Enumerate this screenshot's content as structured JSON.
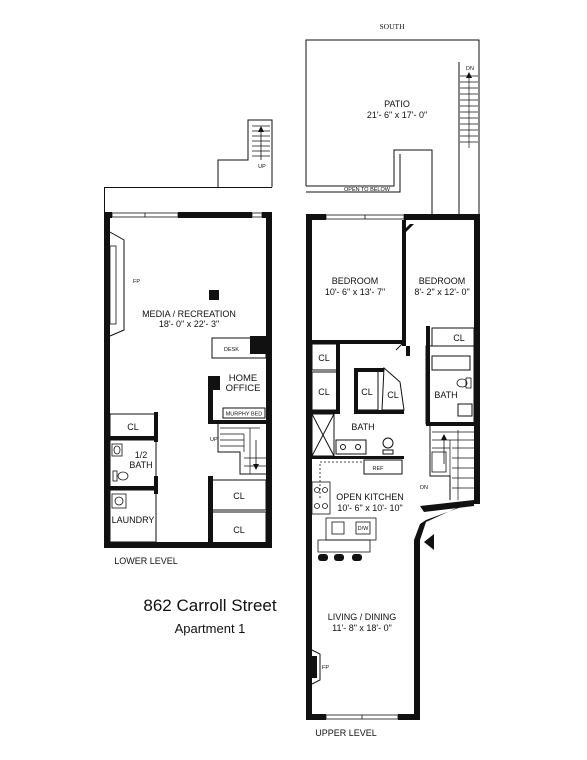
{
  "compass": "SOUTH",
  "title": {
    "address": "862 Carroll Street",
    "unit": "Apartment 1"
  },
  "levels": {
    "lower": "LOWER LEVEL",
    "upper": "UPPER LEVEL"
  },
  "lower_rooms": {
    "media_name": "MEDIA / RECREATION",
    "media_dims": "18'- 0\" x 22'- 3\"",
    "fireplace": "FP",
    "desk": "DESK",
    "office_line1": "HOME",
    "office_line2": "OFFICE",
    "murphy": "MURPHY BED",
    "closet": "CL",
    "half_bath_1": "1/2",
    "half_bath_2": "BATH",
    "laundry": "LAUNDRY",
    "stair_up": "UP",
    "closet_b": "CL",
    "closet_c": "CL",
    "stair_up_outside": "UP"
  },
  "upper_rooms": {
    "patio_name": "PATIO",
    "patio_dims": "21'- 6\" x 17'- 0\"",
    "open_below": "OPEN TO BELOW",
    "patio_stair": "DN",
    "bedroom1_name": "BEDROOM",
    "bedroom1_dims": "10'- 6\" x 13'- 7\"",
    "bedroom2_name": "BEDROOM",
    "bedroom2_dims": "8'- 2\" x 12'- 0\"",
    "cl1": "CL",
    "cl2": "CL",
    "cl3": "CL",
    "cl4": "CL",
    "cl5": "CL",
    "bath1": "BATH",
    "bath2": "BATH",
    "ref": "REF",
    "kitchen_name": "OPEN KITCHEN",
    "kitchen_dims": "10'- 6\" x 10'- 10\"",
    "dw": "D/W",
    "stair_dn": "DN",
    "living_name": "LIVING / DINING",
    "living_dims": "11'- 8\" x 18'- 0\"",
    "fireplace": "FP"
  }
}
